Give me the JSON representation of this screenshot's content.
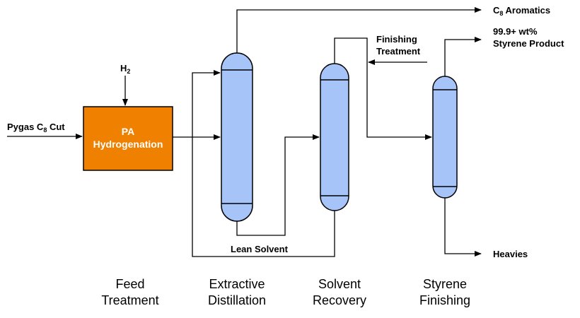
{
  "labels": {
    "feed_prefix": "Pygas C",
    "feed_sub": "8",
    "feed_suffix": " Cut",
    "h2_main": "H",
    "h2_sub": "2",
    "c8_main": "C",
    "c8_sub": "8",
    "c8_suffix": " Aromatics",
    "finishing_line1": "Finishing",
    "finishing_line2": "Treatment",
    "product_line1": "99.9+ wt%",
    "product_line2": "Styrene Product",
    "lean_solvent": "Lean Solvent",
    "heavies": "Heavies"
  },
  "reactor": {
    "line1": "PA",
    "line2": "Hydrogenation",
    "fill_color": "#f08000"
  },
  "column_color": "#a6c4f7",
  "stages": [
    {
      "line1": "Feed",
      "line2": "Treatment"
    },
    {
      "line1": "Extractive",
      "line2": "Distillation"
    },
    {
      "line1": "Solvent",
      "line2": "Recovery"
    },
    {
      "line1": "Styrene",
      "line2": "Finishing"
    }
  ]
}
